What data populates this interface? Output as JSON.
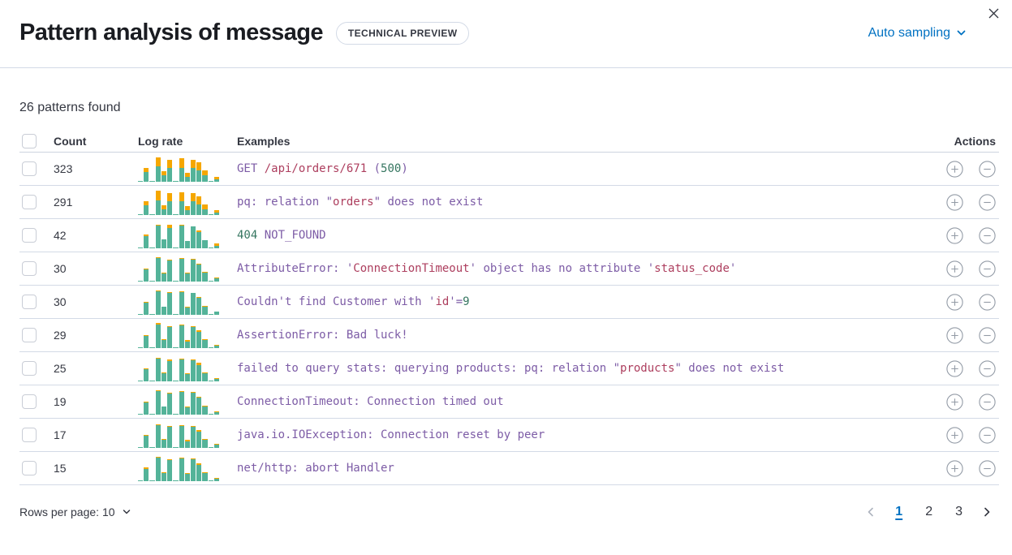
{
  "header": {
    "title": "Pattern analysis of message",
    "badge": "TECHNICAL PREVIEW",
    "sampling_label": "Auto sampling"
  },
  "summary": "26 patterns found",
  "icons": {
    "close": "close-icon",
    "sampling": "chevron-down-icon",
    "rows_per_page": "chevron-down-icon",
    "prev": "chevron-left-icon",
    "next": "chevron-right-icon",
    "filter_in": "plus-in-circle-icon",
    "filter_out": "minus-in-circle-icon"
  },
  "colors": {
    "accent_blue": "#0071c2",
    "border": "#d3dae6",
    "bar_teal": "#54b399",
    "bar_orange": "#f5a700",
    "token_purple": "#7d5ca6",
    "token_red": "#ad3e5e",
    "token_green": "#357660",
    "icon_gray": "#939ba6"
  },
  "table": {
    "columns": {
      "count": "Count",
      "log_rate": "Log rate",
      "examples": "Examples",
      "actions": "Actions"
    },
    "rows": [
      {
        "count": "323",
        "example": [
          {
            "t": "GET ",
            "c": "p"
          },
          {
            "t": "/api/orders/671",
            "c": "r"
          },
          {
            "t": " (",
            "c": "p"
          },
          {
            "t": "500",
            "c": "g"
          },
          {
            "t": ")",
            "c": "p"
          }
        ],
        "bars": [
          [
            3,
            0
          ],
          [
            38,
            16
          ],
          [
            3,
            0
          ],
          [
            58,
            36
          ],
          [
            24,
            16
          ],
          [
            52,
            34
          ],
          [
            4,
            0
          ],
          [
            54,
            38
          ],
          [
            20,
            14
          ],
          [
            54,
            32
          ],
          [
            44,
            30
          ],
          [
            24,
            20
          ],
          [
            3,
            0
          ],
          [
            8,
            10
          ]
        ]
      },
      {
        "count": "291",
        "example": [
          {
            "t": "pq: relation \"",
            "c": "p"
          },
          {
            "t": "orders",
            "c": "r"
          },
          {
            "t": "\" does not exist",
            "c": "p"
          }
        ],
        "bars": [
          [
            3,
            0
          ],
          [
            36,
            18
          ],
          [
            3,
            0
          ],
          [
            56,
            38
          ],
          [
            22,
            16
          ],
          [
            54,
            32
          ],
          [
            4,
            0
          ],
          [
            52,
            36
          ],
          [
            18,
            16
          ],
          [
            52,
            34
          ],
          [
            42,
            30
          ],
          [
            22,
            18
          ],
          [
            3,
            0
          ],
          [
            10,
            8
          ]
        ]
      },
      {
        "count": "42",
        "example": [
          {
            "t": "404",
            "c": "g"
          },
          {
            "t": " NOT_FOUND",
            "c": "p"
          }
        ],
        "bars": [
          [
            3,
            0
          ],
          [
            48,
            4
          ],
          [
            3,
            0
          ],
          [
            88,
            4
          ],
          [
            34,
            0
          ],
          [
            78,
            12
          ],
          [
            4,
            0
          ],
          [
            86,
            4
          ],
          [
            28,
            0
          ],
          [
            84,
            0
          ],
          [
            64,
            6
          ],
          [
            32,
            0
          ],
          [
            3,
            0
          ],
          [
            10,
            8
          ]
        ]
      },
      {
        "count": "30",
        "example": [
          {
            "t": "AttributeError: '",
            "c": "p"
          },
          {
            "t": "ConnectionTimeout",
            "c": "r"
          },
          {
            "t": "' object has no attribute '",
            "c": "p"
          },
          {
            "t": "status_code",
            "c": "r"
          },
          {
            "t": "'",
            "c": "p"
          }
        ],
        "bars": [
          [
            3,
            0
          ],
          [
            46,
            4
          ],
          [
            3,
            0
          ],
          [
            90,
            3
          ],
          [
            32,
            4
          ],
          [
            82,
            4
          ],
          [
            4,
            0
          ],
          [
            86,
            4
          ],
          [
            30,
            4
          ],
          [
            84,
            3
          ],
          [
            66,
            4
          ],
          [
            34,
            4
          ],
          [
            3,
            0
          ],
          [
            12,
            3
          ]
        ]
      },
      {
        "count": "30",
        "example": [
          {
            "t": "Couldn't find Customer with '",
            "c": "p"
          },
          {
            "t": "id",
            "c": "r"
          },
          {
            "t": "'=",
            "c": "p"
          },
          {
            "t": "9",
            "c": "g"
          }
        ],
        "bars": [
          [
            3,
            0
          ],
          [
            46,
            4
          ],
          [
            3,
            0
          ],
          [
            90,
            4
          ],
          [
            32,
            0
          ],
          [
            84,
            4
          ],
          [
            4,
            0
          ],
          [
            88,
            3
          ],
          [
            28,
            4
          ],
          [
            84,
            0
          ],
          [
            66,
            4
          ],
          [
            32,
            4
          ],
          [
            3,
            0
          ],
          [
            12,
            0
          ]
        ]
      },
      {
        "count": "29",
        "example": [
          {
            "t": "AssertionError: Bad luck!",
            "c": "p"
          }
        ],
        "bars": [
          [
            3,
            0
          ],
          [
            48,
            3
          ],
          [
            3,
            0
          ],
          [
            92,
            4
          ],
          [
            30,
            4
          ],
          [
            80,
            6
          ],
          [
            4,
            0
          ],
          [
            86,
            4
          ],
          [
            26,
            4
          ],
          [
            82,
            4
          ],
          [
            64,
            6
          ],
          [
            30,
            4
          ],
          [
            3,
            0
          ],
          [
            10,
            3
          ]
        ]
      },
      {
        "count": "25",
        "example": [
          {
            "t": "failed to query stats: querying products: pq: relation \"",
            "c": "p"
          },
          {
            "t": "products",
            "c": "r"
          },
          {
            "t": "\" does not exist",
            "c": "p"
          }
        ],
        "bars": [
          [
            3,
            0
          ],
          [
            46,
            4
          ],
          [
            3,
            0
          ],
          [
            88,
            4
          ],
          [
            32,
            4
          ],
          [
            78,
            8
          ],
          [
            4,
            0
          ],
          [
            84,
            4
          ],
          [
            28,
            4
          ],
          [
            82,
            4
          ],
          [
            64,
            8
          ],
          [
            32,
            4
          ],
          [
            3,
            0
          ],
          [
            10,
            3
          ]
        ]
      },
      {
        "count": "19",
        "example": [
          {
            "t": "ConnectionTimeout: Connection timed out",
            "c": "p"
          }
        ],
        "bars": [
          [
            3,
            0
          ],
          [
            48,
            3
          ],
          [
            3,
            0
          ],
          [
            90,
            4
          ],
          [
            30,
            0
          ],
          [
            82,
            4
          ],
          [
            4,
            0
          ],
          [
            86,
            4
          ],
          [
            28,
            3
          ],
          [
            84,
            3
          ],
          [
            66,
            4
          ],
          [
            32,
            3
          ],
          [
            3,
            0
          ],
          [
            10,
            3
          ]
        ]
      },
      {
        "count": "17",
        "example": [
          {
            "t": "java.io.IOException: Connection reset by peer",
            "c": "p"
          }
        ],
        "bars": [
          [
            3,
            0
          ],
          [
            46,
            4
          ],
          [
            3,
            0
          ],
          [
            88,
            4
          ],
          [
            30,
            4
          ],
          [
            80,
            4
          ],
          [
            4,
            0
          ],
          [
            84,
            4
          ],
          [
            26,
            4
          ],
          [
            82,
            4
          ],
          [
            64,
            4
          ],
          [
            30,
            4
          ],
          [
            3,
            0
          ],
          [
            12,
            3
          ]
        ]
      },
      {
        "count": "15",
        "example": [
          {
            "t": "net/http: abort Handler",
            "c": "p"
          }
        ],
        "bars": [
          [
            3,
            0
          ],
          [
            48,
            4
          ],
          [
            3,
            0
          ],
          [
            90,
            3
          ],
          [
            30,
            3
          ],
          [
            82,
            4
          ],
          [
            4,
            0
          ],
          [
            86,
            4
          ],
          [
            28,
            3
          ],
          [
            84,
            3
          ],
          [
            64,
            4
          ],
          [
            30,
            3
          ],
          [
            3,
            0
          ],
          [
            10,
            4
          ]
        ]
      }
    ]
  },
  "footer": {
    "rows_per_page_label": "Rows per page: 10",
    "pages": [
      "1",
      "2",
      "3"
    ],
    "active_page": "1"
  }
}
